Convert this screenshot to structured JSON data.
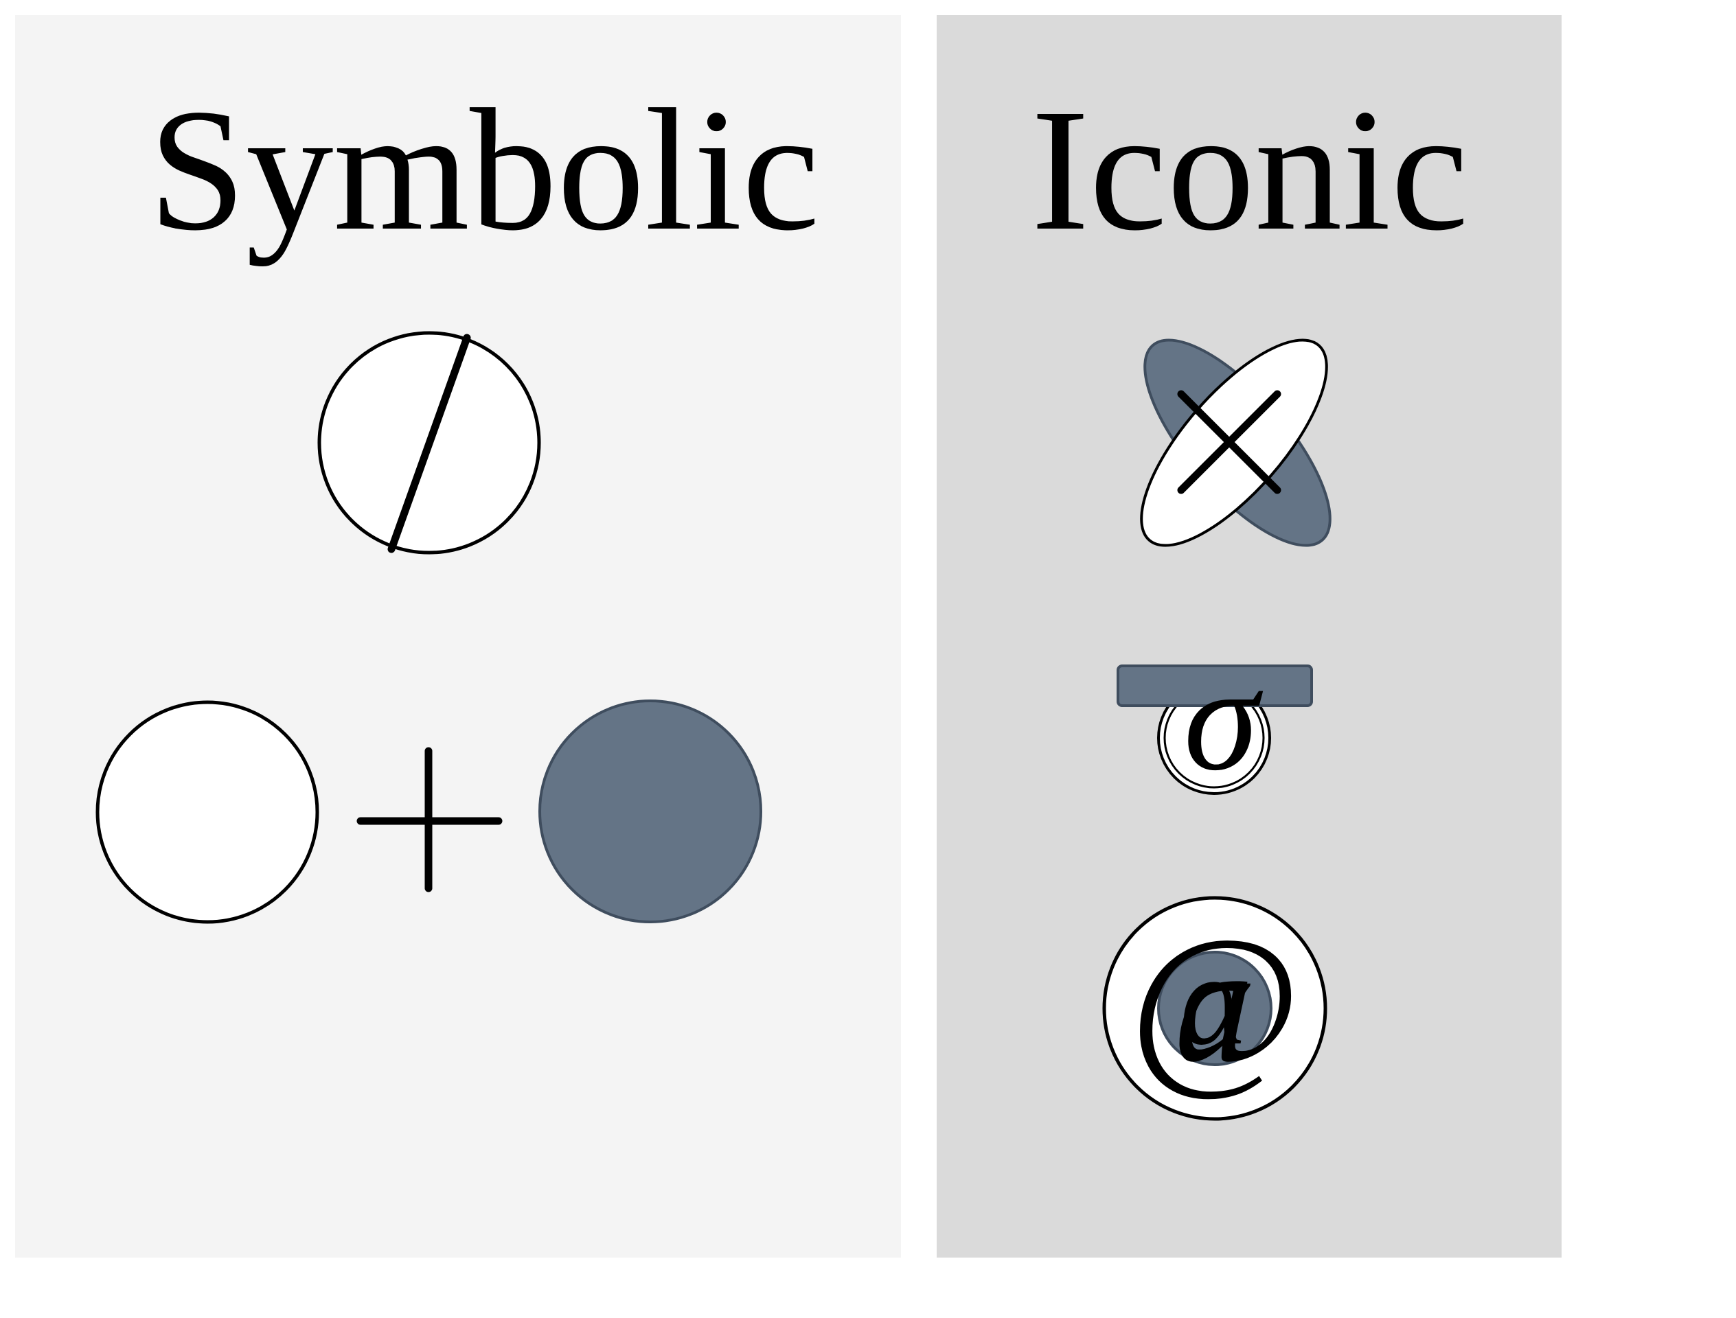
{
  "colors": {
    "background": "#ffffff",
    "symbolic_panel": "#f4f4f4",
    "iconic_panel": "#dadada",
    "filled_shape": "#647486",
    "filled_shape_stroke": "#3f4d5e",
    "outline": "#000000",
    "light_shape": "#ffffff"
  },
  "symbolic": {
    "title": "Symbolic"
  },
  "iconic": {
    "title": "Iconic",
    "sigma_glyph": "σ",
    "alpha_glyph": "α",
    "at_glyph": "@"
  },
  "icons": {
    "slashed_circle": "slashed-circle-icon",
    "plus": "plus-icon",
    "crossed_ellipses": "crossed-ellipses-icon",
    "sigma": "sigma-icon",
    "at_sign": "at-sign-icon"
  }
}
